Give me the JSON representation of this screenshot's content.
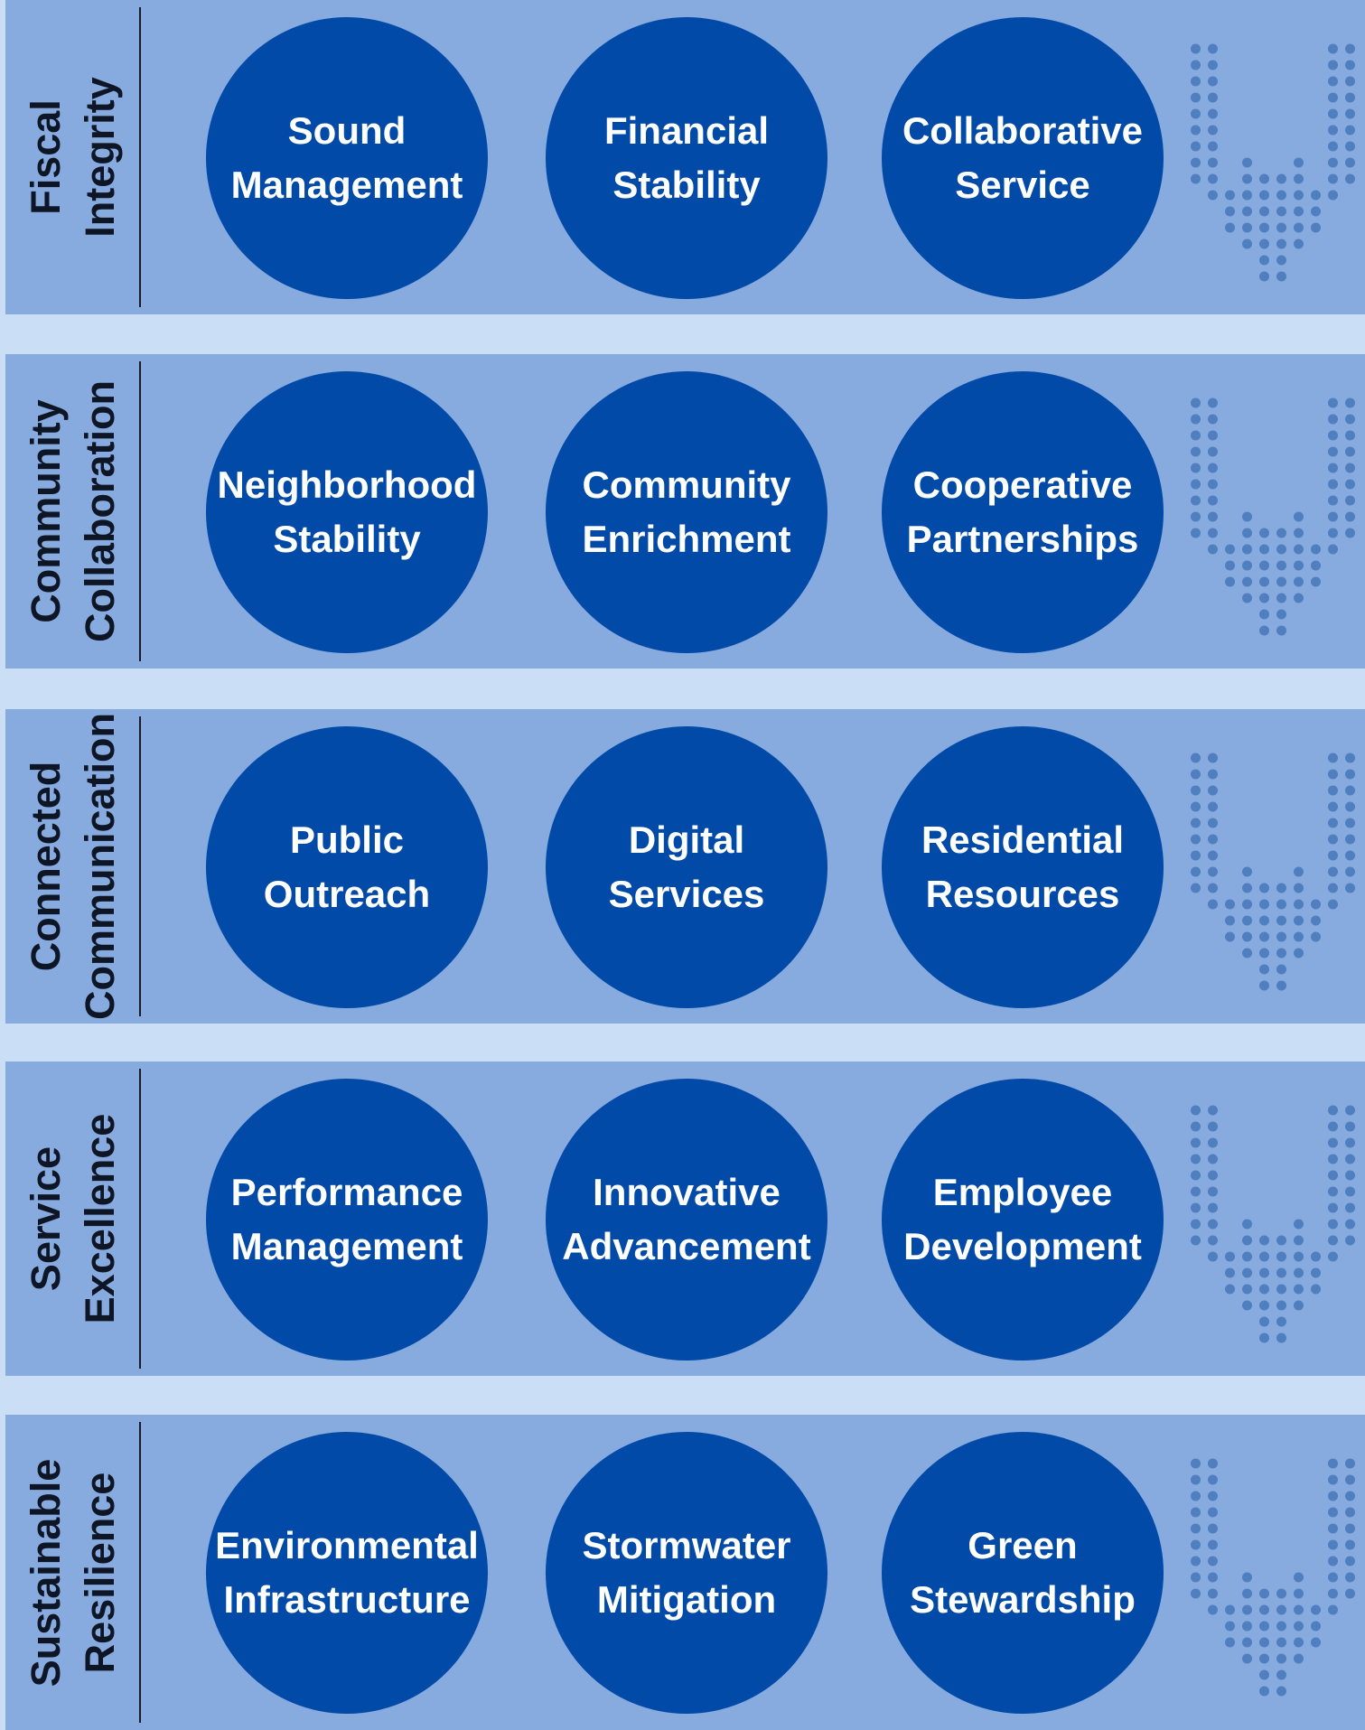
{
  "colors": {
    "background": "#cadef6",
    "band": "#87abdf",
    "circle": "#014aa8",
    "circle_text": "#ffffff",
    "category_text": "#0e1626",
    "dots": "#4f7fbf"
  },
  "rows": [
    {
      "category": [
        "Fiscal",
        "Integrity"
      ],
      "items": [
        [
          "Sound",
          "Management"
        ],
        [
          "Financial",
          "Stability"
        ],
        [
          "Collaborative",
          "Service"
        ]
      ]
    },
    {
      "category": [
        "Community",
        "Collaboration"
      ],
      "items": [
        [
          "Neighborhood",
          "Stability"
        ],
        [
          "Community",
          "Enrichment"
        ],
        [
          "Cooperative",
          "Partnerships"
        ]
      ]
    },
    {
      "category": [
        "Connected",
        "Communication"
      ],
      "items": [
        [
          "Public",
          "Outreach"
        ],
        [
          "Digital",
          "Services"
        ],
        [
          "Residential",
          "Resources"
        ]
      ]
    },
    {
      "category": [
        "Service",
        "Excellence"
      ],
      "items": [
        [
          "Performance",
          "Management"
        ],
        [
          "Innovative",
          "Advancement"
        ],
        [
          "Employee",
          "Development"
        ]
      ]
    },
    {
      "category": [
        "Sustainable",
        "Resilience"
      ],
      "items": [
        [
          "Environmental",
          "Infrastructure"
        ],
        [
          "Stormwater",
          "Mitigation"
        ],
        [
          "Green",
          "Stewardship"
        ]
      ]
    }
  ]
}
